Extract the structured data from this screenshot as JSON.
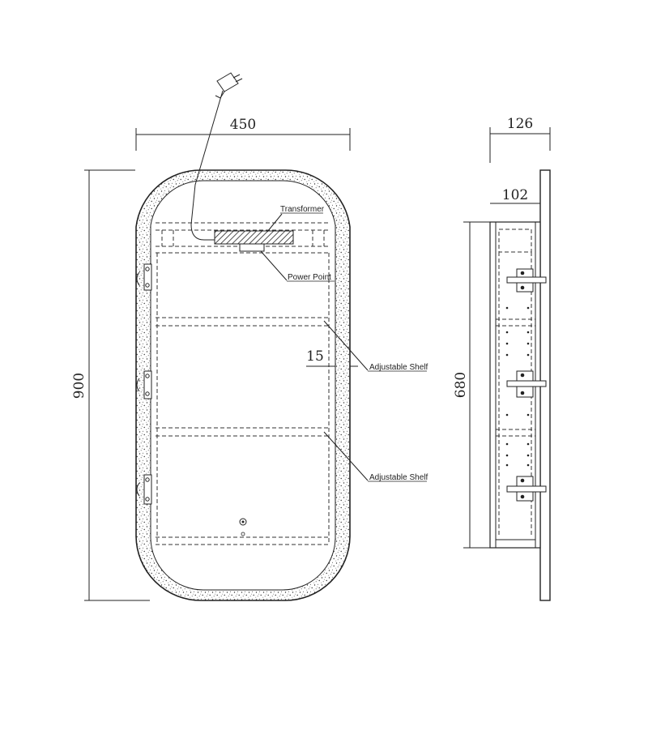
{
  "dimensions": {
    "width": "450",
    "height": "900",
    "depth_total": "126",
    "depth_body": "102",
    "body_height": "680",
    "edge_gap": "15"
  },
  "labels": {
    "transformer": "Transformer",
    "power_point": "Power Point",
    "adjustable_shelf_1": "Adjustable Shelf",
    "adjustable_shelf_2": "Adjustable Shelf"
  },
  "icons": {
    "plug": "power-plug-icon",
    "touch_sensor": "touch-sensor-icon",
    "hinge": "hinge-icon"
  }
}
